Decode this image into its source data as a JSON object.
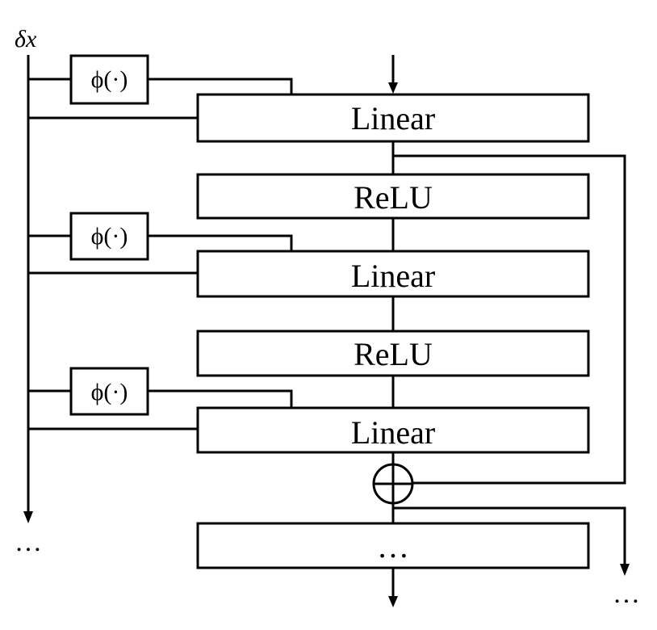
{
  "input": {
    "label": "δx"
  },
  "encoders": [
    {
      "label": "ϕ(·)"
    },
    {
      "label": "ϕ(·)"
    },
    {
      "label": "ϕ(·)"
    }
  ],
  "blocks": [
    {
      "label": "Linear"
    },
    {
      "label": "ReLU"
    },
    {
      "label": "Linear"
    },
    {
      "label": "ReLU"
    },
    {
      "label": "Linear"
    },
    {
      "label": "…"
    }
  ],
  "continuation": {
    "left": "…",
    "right": "…"
  },
  "colors": {
    "stroke": "#000000",
    "background": "#ffffff"
  }
}
